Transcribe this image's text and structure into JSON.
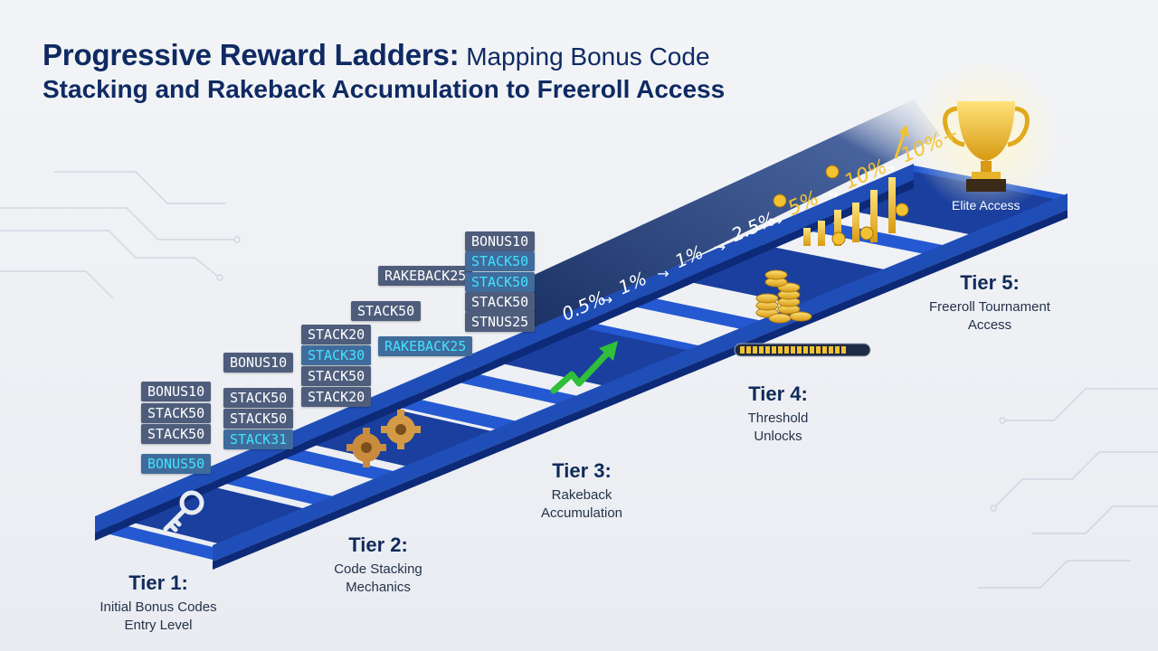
{
  "title": {
    "bold": "Progressive Reward Ladders:",
    "rest": " Mapping Bonus Code",
    "line2": "Stacking and Rakeback Accumulation to Freeroll Access"
  },
  "tiers": [
    {
      "name": "Tier 1:",
      "desc1": "Initial Bonus Codes",
      "desc2": "Entry Level"
    },
    {
      "name": "Tier 2:",
      "desc1": "Code Stacking",
      "desc2": "Mechanics"
    },
    {
      "name": "Tier 3:",
      "desc1": "Rakeback",
      "desc2": "Accumulation"
    },
    {
      "name": "Tier 4:",
      "desc1": "Threshold",
      "desc2": "Unlocks"
    },
    {
      "name": "Tier 5:",
      "desc1": "Freeroll Tournament",
      "desc2": "Access"
    }
  ],
  "codes": {
    "col1": [
      "BONUS10",
      "STACK50",
      "STACK50",
      "BONUS50"
    ],
    "col2": [
      "BONUS10",
      "STACK50",
      "STACK50",
      "STACK31"
    ],
    "col3": [
      "STACK20",
      "STACK30",
      "STACK50",
      "STACK20"
    ],
    "col4": [
      "RAKEBACK25",
      "STACK50",
      "RAKEBACK25"
    ],
    "col5": [
      "BONUS10",
      "STACK50",
      "STACK50",
      "STACK50",
      "STNUS25"
    ]
  },
  "rakeback_rates": [
    "0.5%",
    "1%",
    "1%",
    "2.5%",
    "5%",
    "10%",
    "10%+"
  ],
  "elite_label": "Elite Access",
  "threshold_progress": 0.85,
  "colors": {
    "navy": "#0f2a63",
    "ladder": "#1d4fc4",
    "gold": "#f2c230",
    "cyan": "#44e2ff"
  }
}
